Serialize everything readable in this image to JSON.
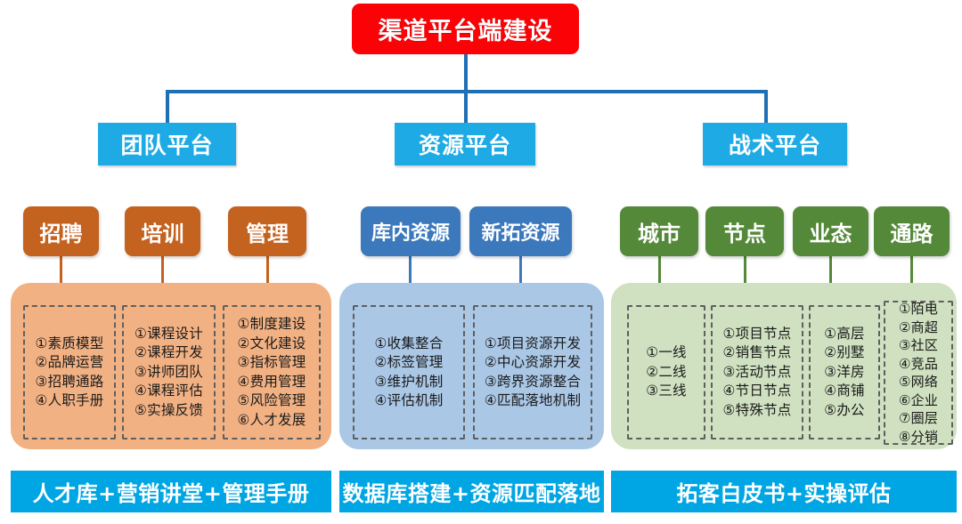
{
  "root": {
    "label": "渠道平台端建设",
    "color": "#fb0207"
  },
  "platforms": [
    {
      "key": "team",
      "label": "团队平台",
      "color": "#1eaae4"
    },
    {
      "key": "resource",
      "label": "资源平台",
      "color": "#1eaae4"
    },
    {
      "key": "tactic",
      "label": "战术平台",
      "color": "#1eaae4"
    }
  ],
  "team_branch": {
    "panel_color": "#f2b183",
    "chip_color": "#c4621f",
    "chips": [
      {
        "label": "招聘"
      },
      {
        "label": "培训"
      },
      {
        "label": "管理"
      }
    ],
    "details": [
      {
        "items": [
          "①素质模型",
          "②品牌运营",
          "③招聘通路",
          "④人职手册"
        ]
      },
      {
        "items": [
          "①课程设计",
          "②课程开发",
          "③讲师团队",
          "④课程评估",
          "⑤实操反馈"
        ]
      },
      {
        "items": [
          "①制度建设",
          "②文化建设",
          "③指标管理",
          "④费用管理",
          "⑤风险管理",
          "⑥人才发展"
        ]
      }
    ],
    "footer": "人才库+营销讲堂+管理手册"
  },
  "resource_branch": {
    "panel_color": "#aac7e6",
    "chip_color": "#3b78bc",
    "chips": [
      {
        "label": "库内资源"
      },
      {
        "label": "新拓资源"
      }
    ],
    "details": [
      {
        "items": [
          "①收集整合",
          "②标签管理",
          "③维护机制",
          "④评估机制"
        ]
      },
      {
        "items": [
          "①项目资源开发",
          "②中心资源开发",
          "③跨界资源整合",
          "④匹配落地机制"
        ]
      }
    ],
    "footer": "数据库搭建+资源匹配落地"
  },
  "tactic_branch": {
    "panel_color": "#cfe1c0",
    "chip_color": "#55893a",
    "chips": [
      {
        "label": "城市"
      },
      {
        "label": "节点"
      },
      {
        "label": "业态"
      },
      {
        "label": "通路"
      }
    ],
    "details": [
      {
        "items": [
          "①一线",
          "②二线",
          "③三线"
        ]
      },
      {
        "items": [
          "①项目节点",
          "②销售节点",
          "③活动节点",
          "④节日节点",
          "⑤特殊节点"
        ]
      },
      {
        "items": [
          "①高层",
          "②别墅",
          "③洋房",
          "④商铺",
          "⑤办公"
        ]
      },
      {
        "items": [
          "①陌电",
          "②商超",
          "③社区",
          "④竞品",
          "⑤网络",
          "⑥企业",
          "⑦圈层",
          "⑧分销"
        ]
      }
    ],
    "footer": "拓客白皮书+实操评估"
  },
  "connector_color": "#1f6fb5"
}
